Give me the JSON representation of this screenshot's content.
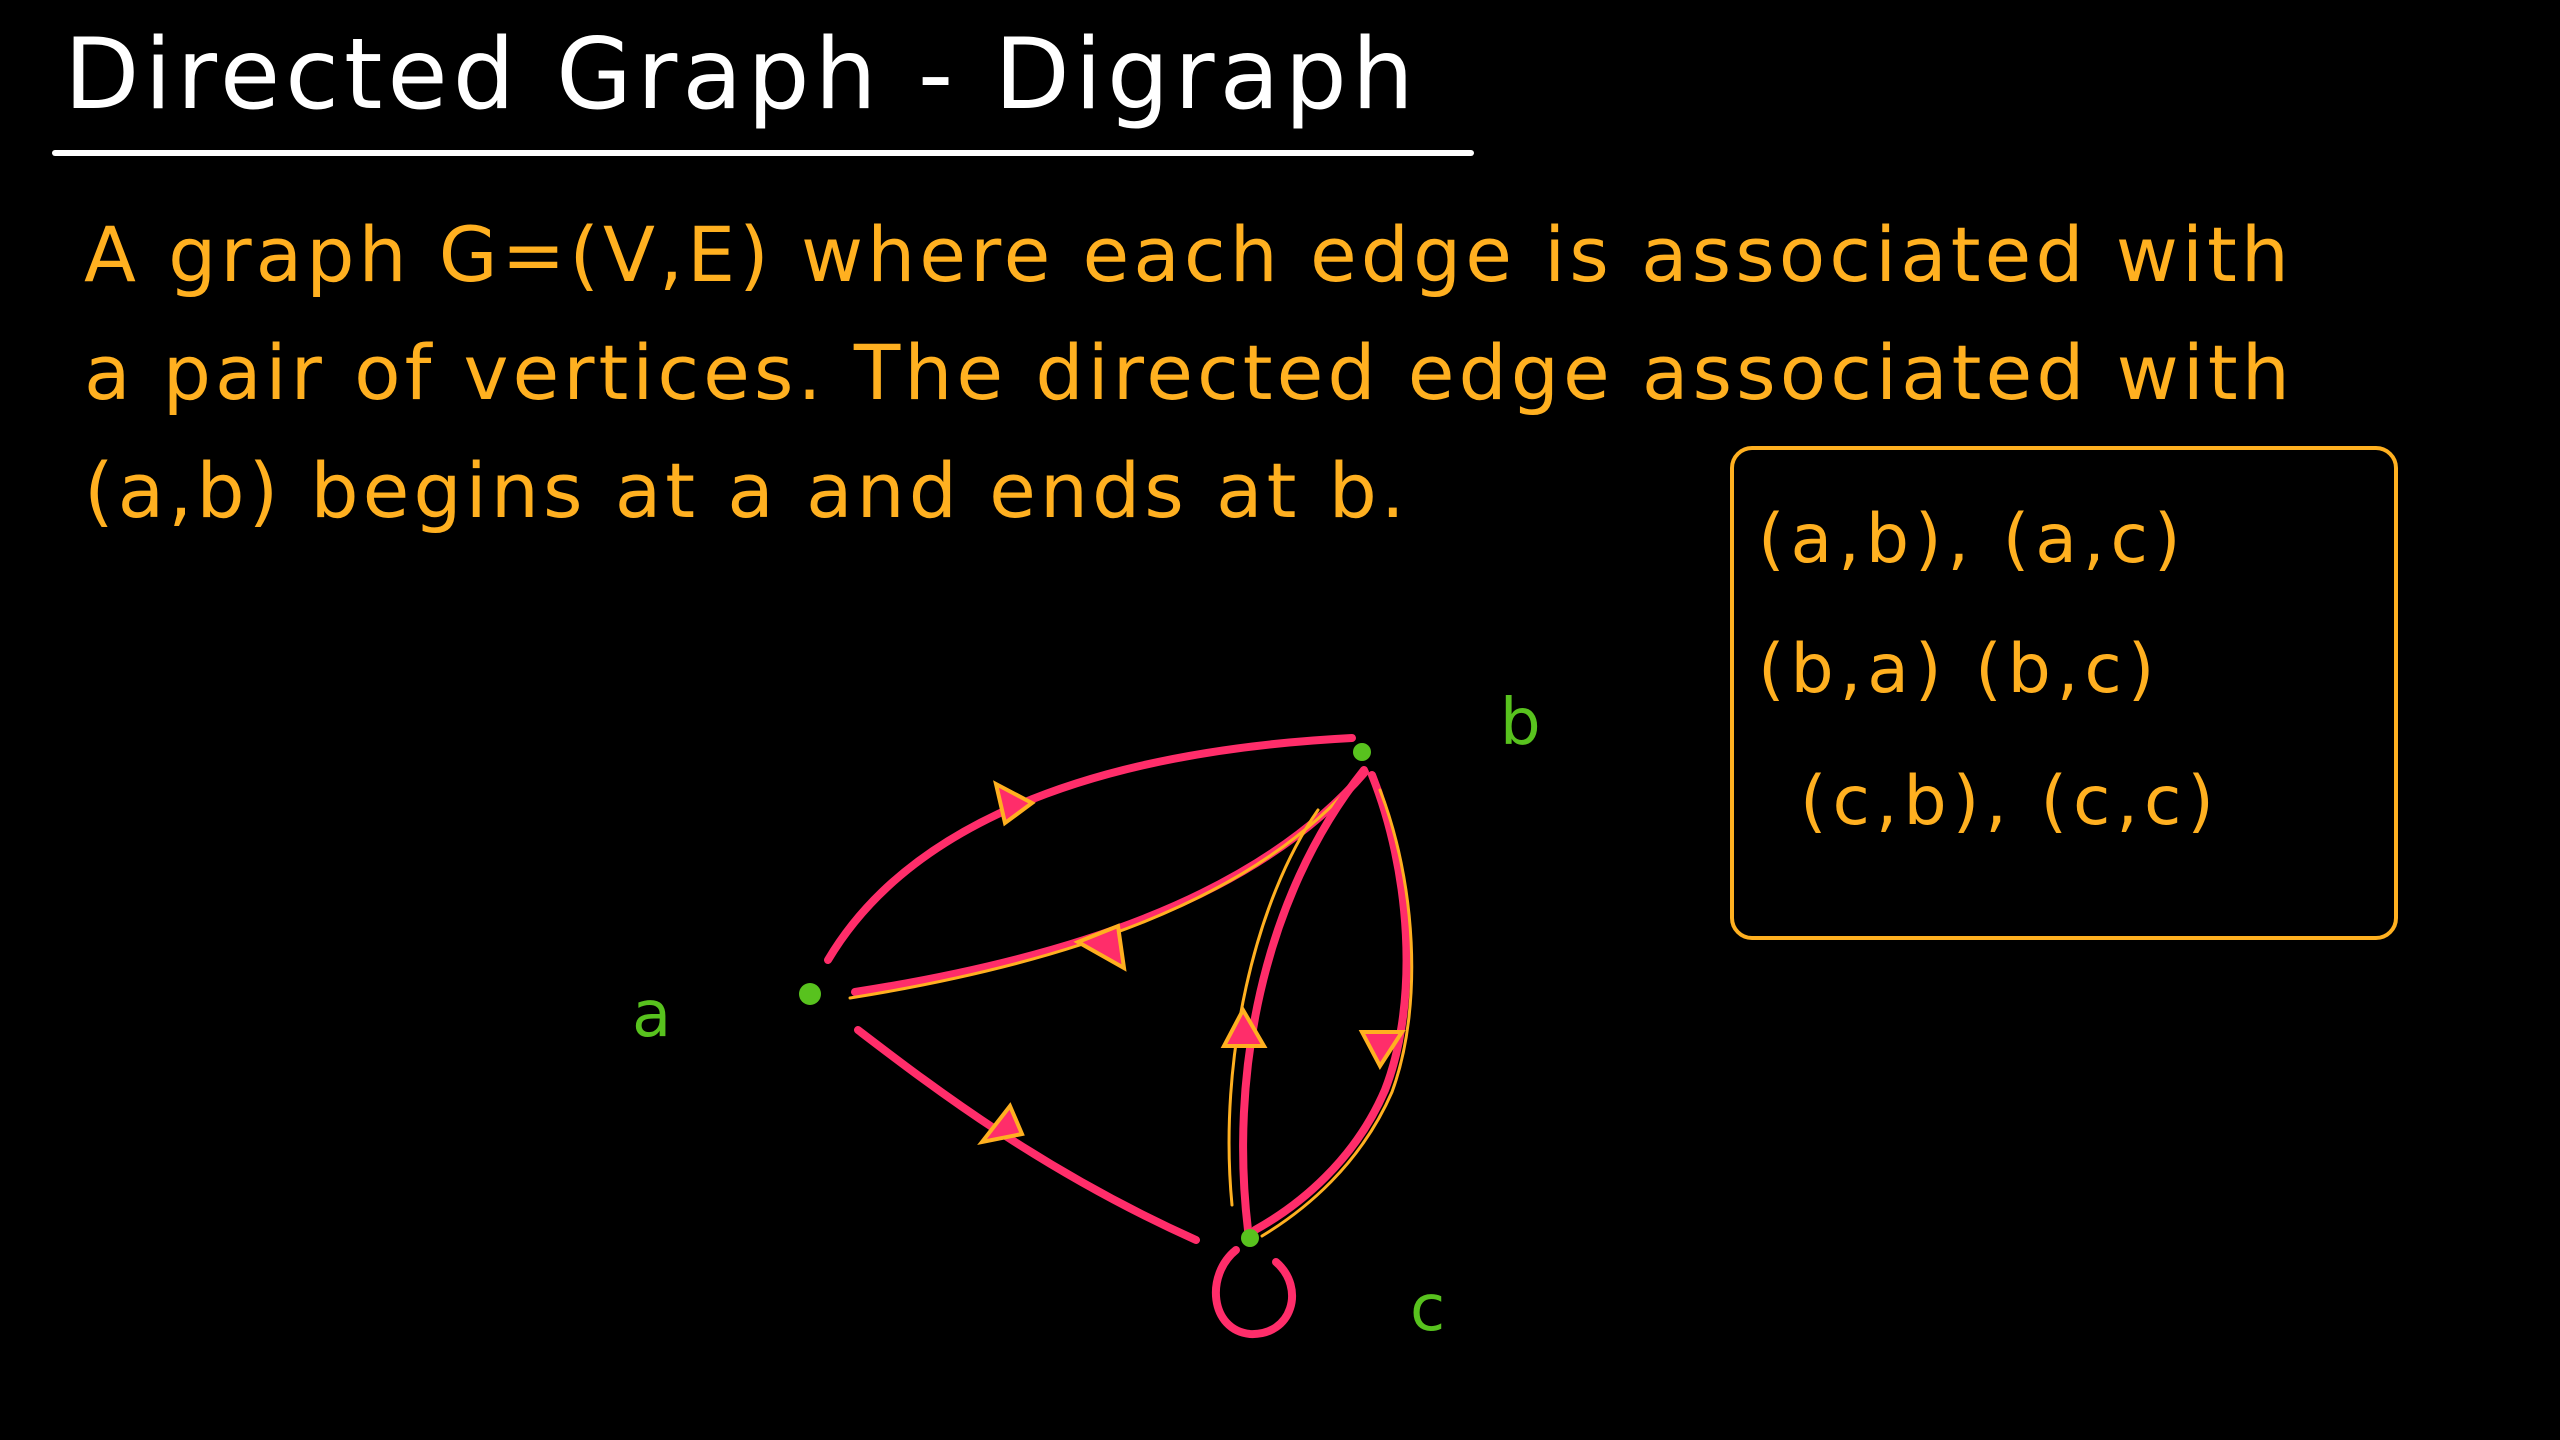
{
  "title": "Directed Graph - Digraph",
  "definition": {
    "lines": [
      "A graph G=(V,E) where each edge is associated with",
      "a pair of vertices. The directed edge associated with",
      "(a,b) begins at a and ends at b."
    ]
  },
  "edge_list": {
    "lines": [
      "(a,b), (a,c)",
      "(b,a) (b,c)",
      "(c,b), (c,c)"
    ]
  },
  "graph": {
    "vertices": [
      {
        "id": "a",
        "label": "a"
      },
      {
        "id": "b",
        "label": "b"
      },
      {
        "id": "c",
        "label": "c"
      }
    ],
    "edges": [
      {
        "from": "a",
        "to": "b"
      },
      {
        "from": "a",
        "to": "c"
      },
      {
        "from": "b",
        "to": "a"
      },
      {
        "from": "b",
        "to": "c"
      },
      {
        "from": "c",
        "to": "b"
      },
      {
        "from": "c",
        "to": "c"
      }
    ]
  },
  "colors": {
    "background": "#000000",
    "title": "#ffffff",
    "text": "#ffb020",
    "edge": "#ff2d6a",
    "arrow_outline": "#ffb020",
    "vertex": "#58c21e"
  }
}
